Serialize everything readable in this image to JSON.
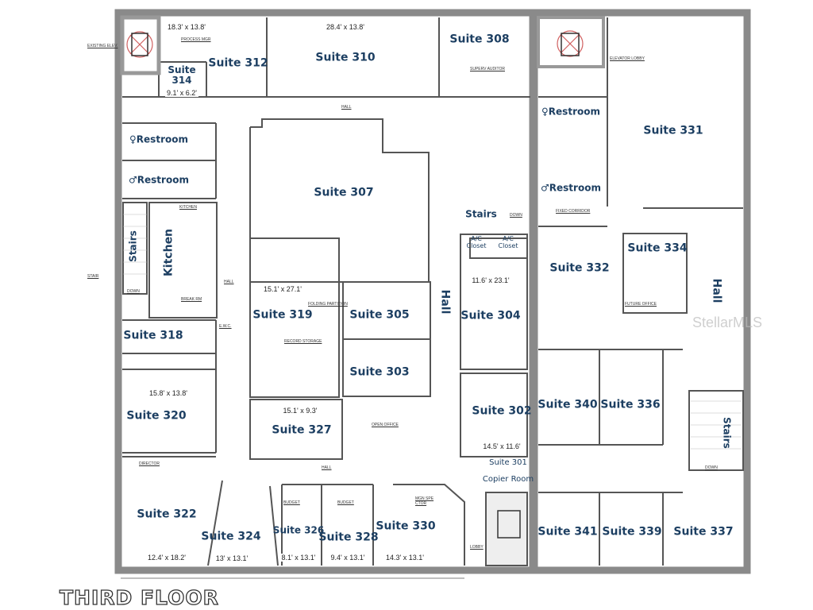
{
  "title": "THIRD FLOOR",
  "watermark": "StellarMLS",
  "suites": {
    "s312": "Suite 312",
    "s310": "Suite 310",
    "s308": "Suite 308",
    "s314": "Suite 314",
    "s307": "Suite 307",
    "s319": "Suite 319",
    "s305": "Suite 305",
    "s303": "Suite 303",
    "s304": "Suite 304",
    "s318": "Suite 318",
    "s320": "Suite 320",
    "s327": "Suite 327",
    "s302": "Suite 302",
    "s301": "Suite 301",
    "s301_sub": "Copier Room",
    "s322": "Suite 322",
    "s324": "Suite 324",
    "s326": "Suite 326",
    "s328": "Suite 328",
    "s330": "Suite 330",
    "s331": "Suite 331",
    "s332": "Suite 332",
    "s334": "Suite 334",
    "s340": "Suite 340",
    "s336": "Suite 336",
    "s341": "Suite 341",
    "s339": "Suite 339",
    "s337": "Suite 337"
  },
  "areas": {
    "restroom_f": "♀Restroom",
    "restroom_m": "♂Restroom",
    "restroom_f2": "♀Restroom",
    "restroom_m2": "♂Restroom",
    "stairs_w": "Stairs",
    "kitchen": "Kitchen",
    "stairs_c": "Stairs",
    "stairs_e": "Stairs",
    "ac1": "A/C Closet",
    "ac2": "A/C Closet",
    "hall_c": "Hall",
    "hall_e": "Hall"
  },
  "dimensions": {
    "d312": "18.3' x 13.8'",
    "d310": "28.4' x 13.8'",
    "d314": "9.1' x 6.2'",
    "d319": "15.1' x 27.1'",
    "d304": "11.6' x 23.1'",
    "d320": "15.8' x 13.8'",
    "d327": "15.1' x 9.3'",
    "d302": "14.5' x 11.6'",
    "d322": "12.4' x 18.2'",
    "d324": "13' x 13.1'",
    "d326": "8.1' x 13.1'",
    "d328": "9.4' x 13.1'",
    "d330": "14.3' x 13.1'"
  },
  "notes": {
    "process_mgr": "PROCESS MGR",
    "superv_auditor": "SUPERV AUDITOR",
    "hall1": "HALL",
    "hall2": "HALL",
    "hall3": "HALL",
    "kitchen_note": "KITCHEN",
    "break_rm": "BREAK RM",
    "record_storage": "RECORD STORAGE",
    "folding_partition": "FOLDING PARTITION",
    "open_office": "OPEN OFFICE",
    "director": "DIRECTOR",
    "budget1": "BUDGET",
    "budget2": "BUDGET",
    "mgn": "MGN SPE CTOR",
    "lobby": "LOBBY",
    "future_office": "FUTURE OFFICE",
    "fixed_corridor": "FIXED CORRIDOR",
    "elevator_lobby": "ELEVATOR LOBBY",
    "down1": "DOWN",
    "down2": "DOWN",
    "down3": "DOWN",
    "ewc": "E.W.C.",
    "existing_elev": "EXISTING ELEV.",
    "stair": "STAIR"
  },
  "colors": {
    "label": "#1d3f62",
    "wall": "#8a8a8a",
    "elevator_x": "#d06060"
  }
}
